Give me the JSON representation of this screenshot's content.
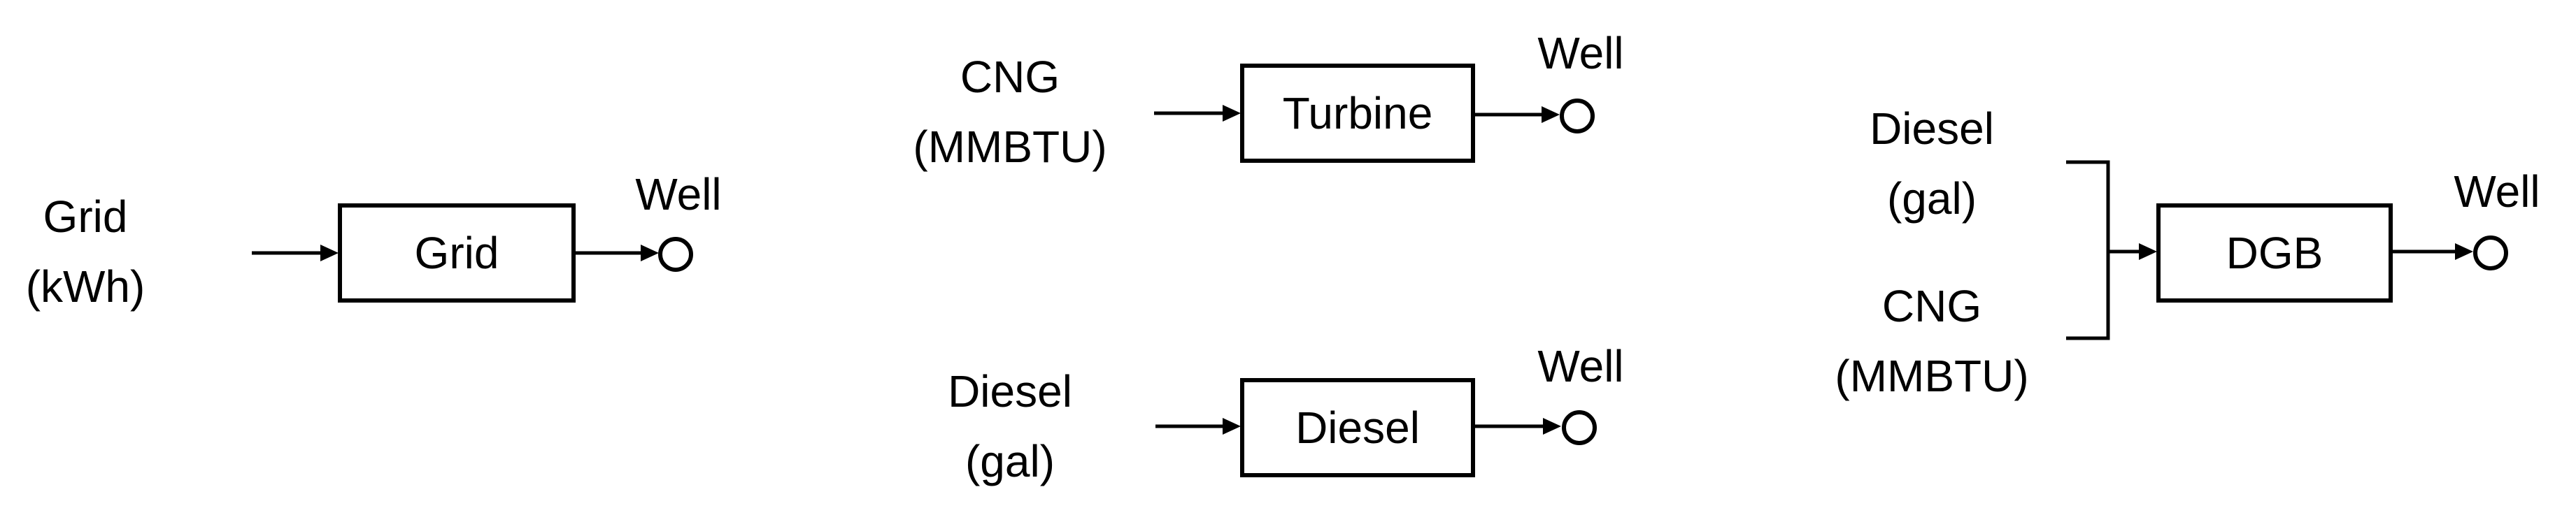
{
  "diagram": {
    "grid_system": {
      "input_line1": "Grid",
      "input_line2": "(kWh)",
      "box_label": "Grid",
      "output_label": "Well"
    },
    "turbine_system": {
      "input_line1": "CNG",
      "input_line2": "(MMBTU)",
      "box_label": "Turbine",
      "output_label": "Well"
    },
    "diesel_system": {
      "input_line1": "Diesel",
      "input_line2": "(gal)",
      "box_label": "Diesel",
      "output_label": "Well"
    },
    "dgb_system": {
      "input_a_line1": "Diesel",
      "input_a_line2": "(gal)",
      "input_b_line1": "CNG",
      "input_b_line2": "(MMBTU)",
      "box_label": "DGB",
      "output_label": "Well"
    }
  }
}
